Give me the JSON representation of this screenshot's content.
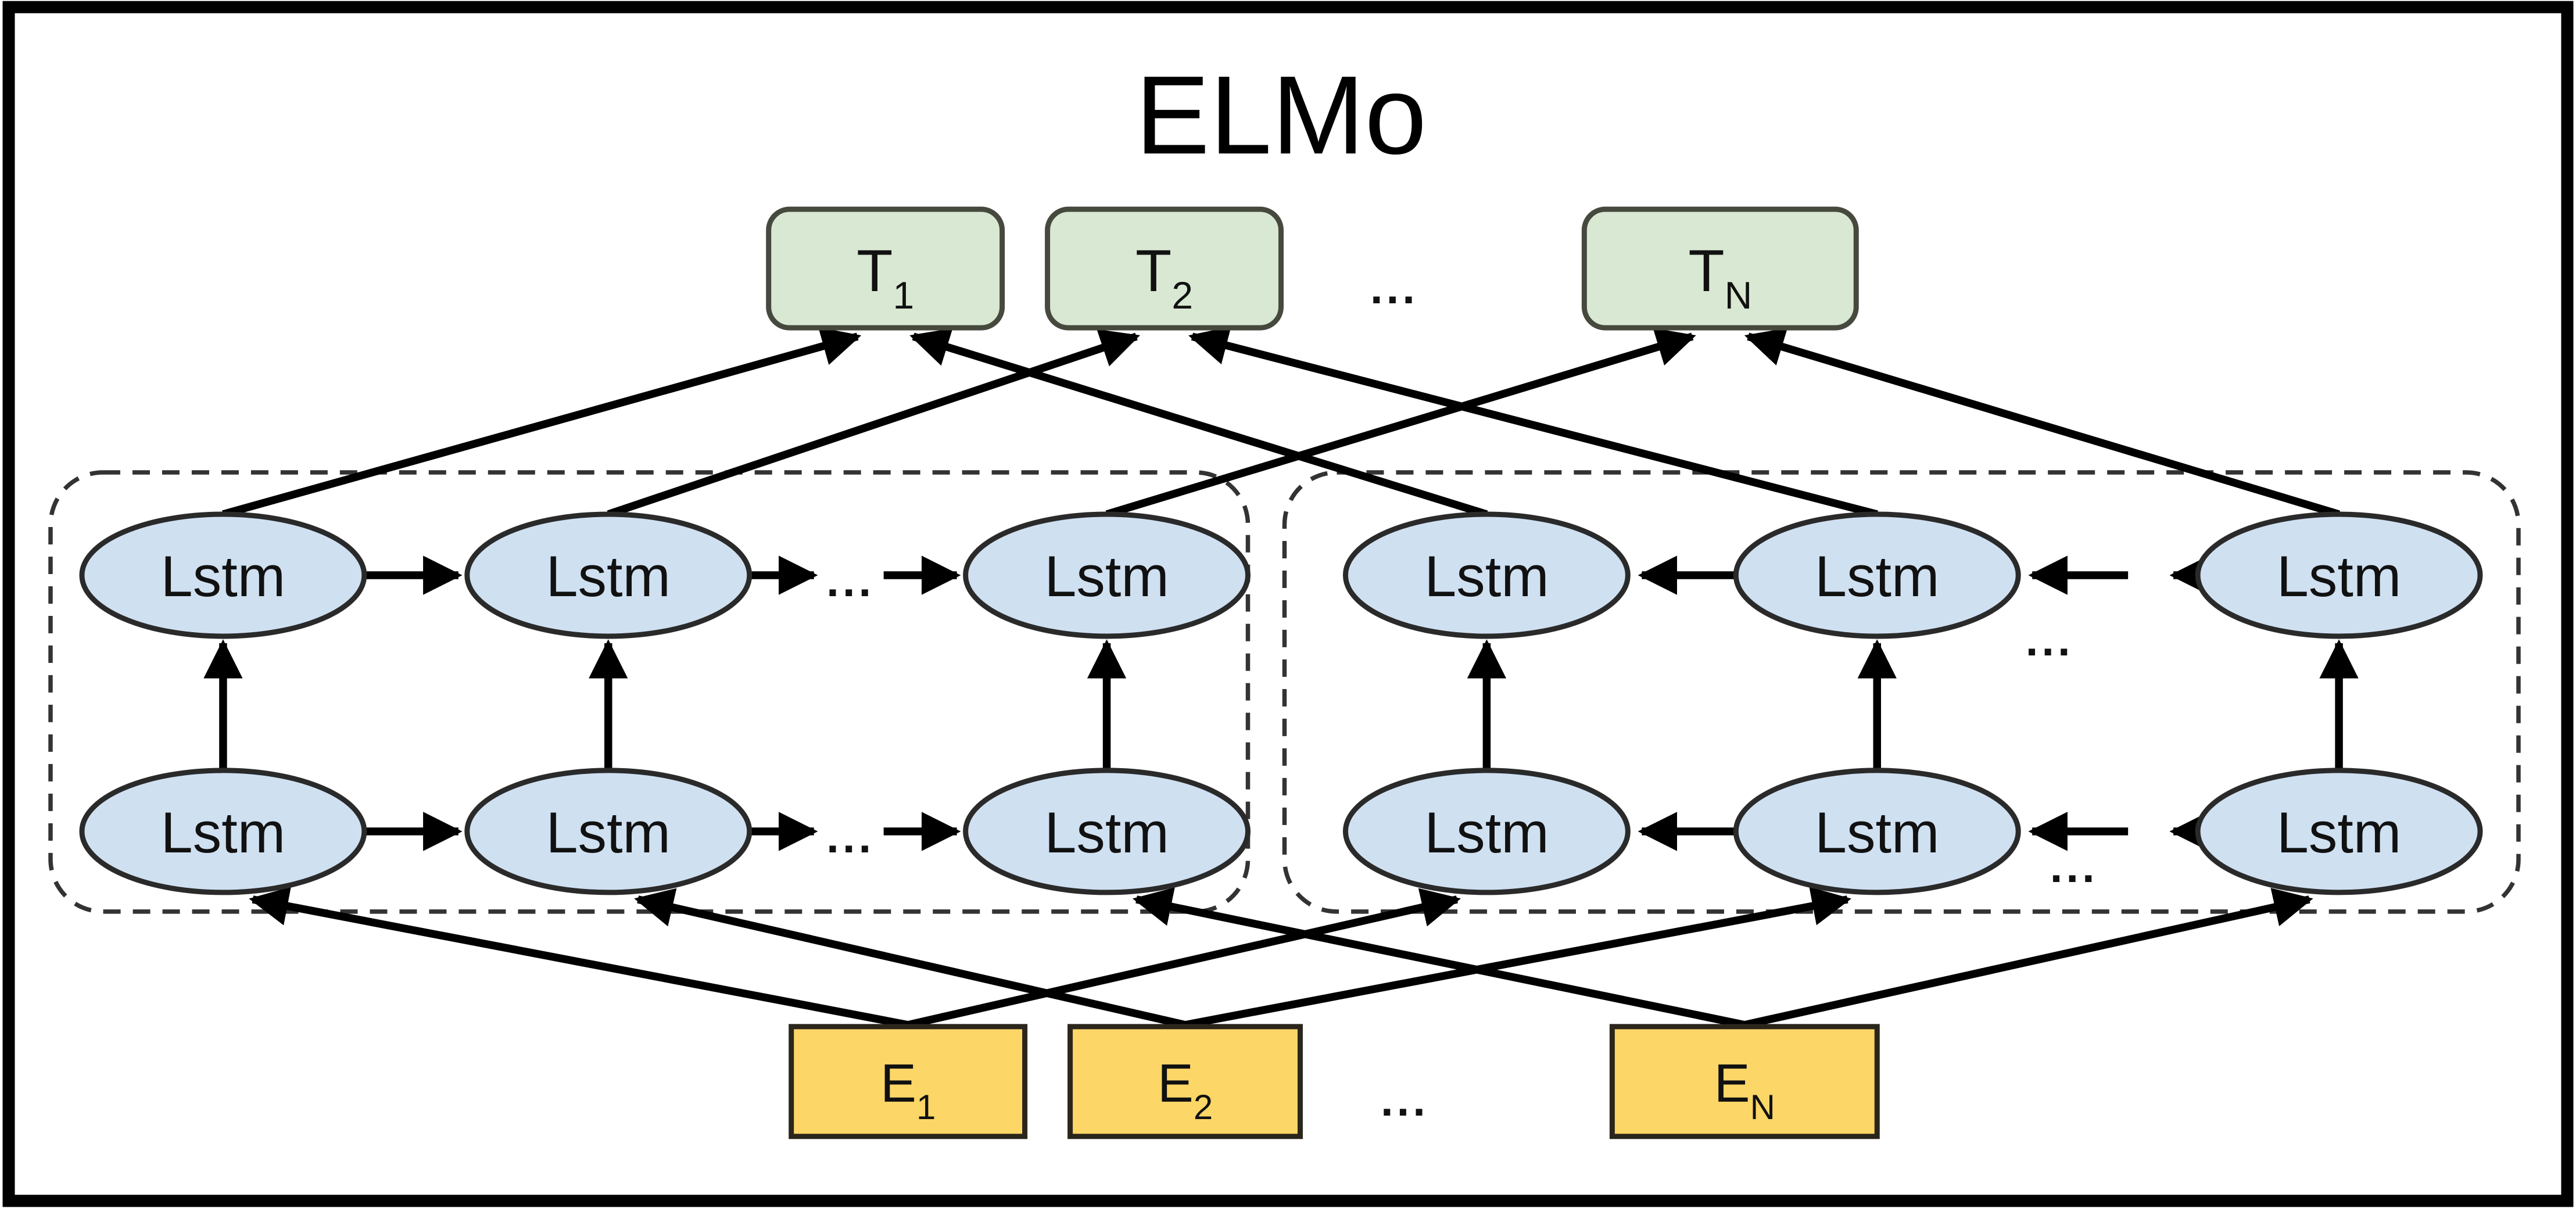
{
  "diagram": {
    "title": "ELMo",
    "ellipsis": "...",
    "tokens": [
      {
        "base": "T",
        "sub": "1"
      },
      {
        "base": "T",
        "sub": "2"
      },
      {
        "base": "T",
        "sub": "N"
      }
    ],
    "embeddings": [
      {
        "base": "E",
        "sub": "1"
      },
      {
        "base": "E",
        "sub": "2"
      },
      {
        "base": "E",
        "sub": "N"
      }
    ],
    "lstm": {
      "forward_top": [
        "Lstm",
        "Lstm",
        "Lstm"
      ],
      "forward_bottom": [
        "Lstm",
        "Lstm",
        "Lstm"
      ],
      "backward_top": [
        "Lstm",
        "Lstm",
        "Lstm"
      ],
      "backward_bottom": [
        "Lstm",
        "Lstm",
        "Lstm"
      ]
    },
    "colors": {
      "token_fill": "#d9e8d2",
      "token_border": "#46493e",
      "lstm_fill": "#cfe0f1",
      "lstm_border": "#2a2a2a",
      "embedding_fill": "#fcd666",
      "embedding_border": "#2b261c",
      "connector": "#000000",
      "dashed_border": "#333333",
      "frame": "#000000"
    }
  }
}
